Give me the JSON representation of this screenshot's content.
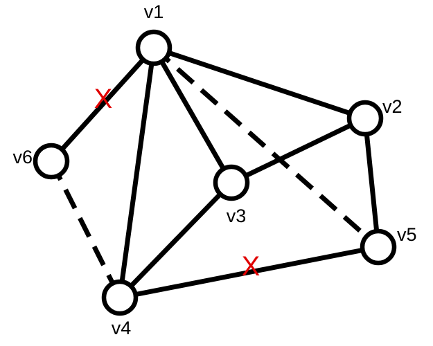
{
  "graph": {
    "nodes": [
      {
        "id": "v1",
        "label": "v1"
      },
      {
        "id": "v2",
        "label": "v2"
      },
      {
        "id": "v3",
        "label": "v3"
      },
      {
        "id": "v4",
        "label": "v4"
      },
      {
        "id": "v5",
        "label": "v5"
      },
      {
        "id": "v6",
        "label": "v6"
      }
    ],
    "edges": [
      {
        "from": "v1",
        "to": "v2",
        "style": "solid"
      },
      {
        "from": "v1",
        "to": "v3",
        "style": "solid"
      },
      {
        "from": "v1",
        "to": "v4",
        "style": "solid"
      },
      {
        "from": "v1",
        "to": "v6",
        "style": "solid",
        "cut": true
      },
      {
        "from": "v3",
        "to": "v2",
        "style": "solid"
      },
      {
        "from": "v3",
        "to": "v4",
        "style": "solid"
      },
      {
        "from": "v2",
        "to": "v5",
        "style": "solid"
      },
      {
        "from": "v4",
        "to": "v5",
        "style": "solid",
        "cut": true
      },
      {
        "from": "v1",
        "to": "v5",
        "style": "dashed"
      },
      {
        "from": "v6",
        "to": "v4",
        "style": "dashed"
      }
    ],
    "cut_mark": "X",
    "colors": {
      "cut_mark": "#e00000",
      "stroke": "#000000",
      "node_fill": "#ffffff"
    }
  }
}
